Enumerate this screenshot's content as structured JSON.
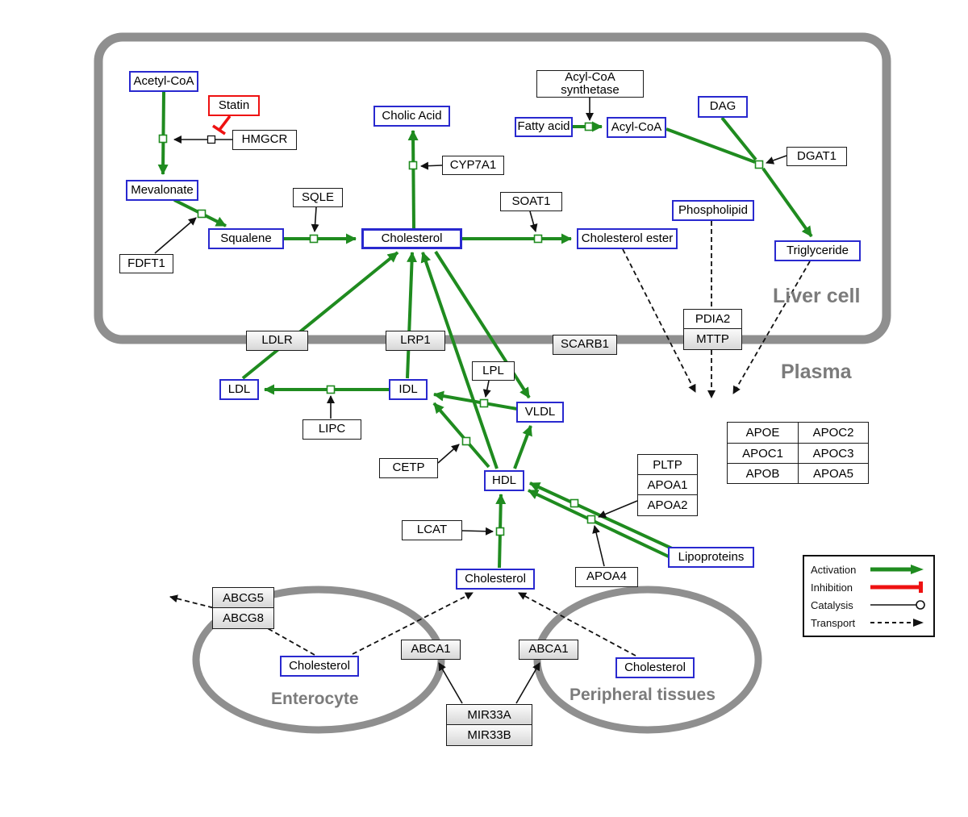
{
  "region_labels": {
    "liver": "Liver cell",
    "plasma": "Plasma",
    "enterocyte": "Enterocyte",
    "peripheral": "Peripheral tissues"
  },
  "nodes": {
    "acetyl_coa": "Acetyl-CoA",
    "statin": "Statin",
    "hmgcr": "HMGCR",
    "mevalonate": "Mevalonate",
    "cholic_acid": "Cholic Acid",
    "cyp7a1": "CYP7A1",
    "sqle": "SQLE",
    "squalene": "Squalene",
    "fdft1": "FDFT1",
    "cholesterol_liver": "Cholesterol",
    "soat1": "SOAT1",
    "cholesterol_ester": "Cholesterol ester",
    "acyl_coa_synthetase": "Acyl-CoA synthetase",
    "fatty_acid": "Fatty acid",
    "acyl_coa": "Acyl-CoA",
    "dag": "DAG",
    "dgat1": "DGAT1",
    "phospholipid": "Phospholipid",
    "triglyceride": "Triglyceride",
    "ldlr": "LDLR",
    "lrp1": "LRP1",
    "scarb1": "SCARB1",
    "pdia2": "PDIA2",
    "mttp": "MTTP",
    "ldl": "LDL",
    "idl": "IDL",
    "lpl": "LPL",
    "vldl": "VLDL",
    "lipc": "LIPC",
    "cetp": "CETP",
    "hdl": "HDL",
    "pltp": "PLTP",
    "apoa1": "APOA1",
    "apoa2": "APOA2",
    "lcat": "LCAT",
    "apoa4": "APOA4",
    "lipoproteins": "Lipoproteins",
    "cholesterol_plasma": "Cholesterol",
    "abcg5": "ABCG5",
    "abcg8": "ABCG8",
    "cholesterol_enterocyte": "Cholesterol",
    "abca1_left": "ABCA1",
    "abca1_right": "ABCA1",
    "cholesterol_peripheral": "Cholesterol",
    "mir33a": "MIR33A",
    "mir33b": "MIR33B"
  },
  "apo_table": {
    "r1c1": "APOE",
    "r1c2": "APOC2",
    "r2c1": "APOC1",
    "r2c2": "APOC3",
    "r3c1": "APOB",
    "r3c2": "APOA5"
  },
  "legend": {
    "activation": "Activation",
    "inhibition": "Inhibition",
    "catalysis": "Catalysis",
    "transport": "Transport"
  },
  "colors": {
    "activation_green": "#1f8b1f",
    "inhibition_red": "#ee1111",
    "metabolite_border_blue": "#2929cf",
    "compartment_gray": "#8f8f8f"
  }
}
